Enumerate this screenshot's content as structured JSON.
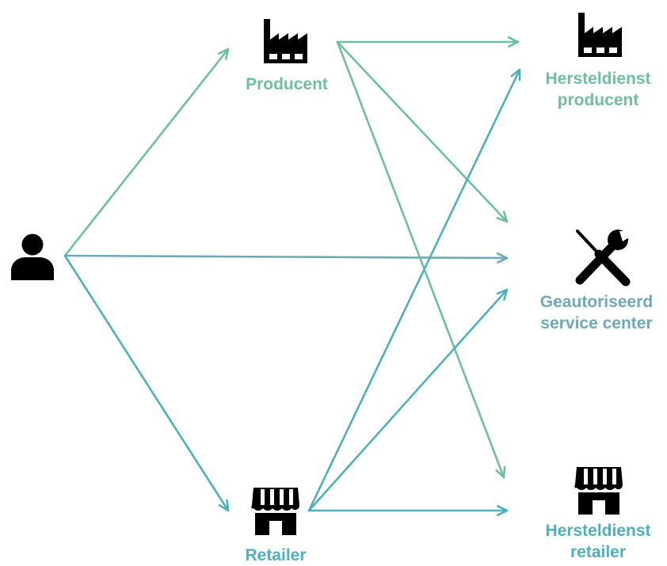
{
  "colors": {
    "producer": "#6fbf9f",
    "service": "#6fa9b7",
    "retailer": "#4fb0bd",
    "icon": "#000000"
  },
  "nodes": {
    "consumer": {
      "icon": "person-icon"
    },
    "producent": {
      "icon": "factory-icon",
      "label": "Producent"
    },
    "retailer": {
      "icon": "storefront-icon",
      "label": "Retailer"
    },
    "hersteldienst_producent": {
      "icon": "factory-icon",
      "label_line1": "Hersteldienst",
      "label_line2": "producent"
    },
    "service_center": {
      "icon": "wrench-screwdriver-icon",
      "label_line1": "Geautoriseerd",
      "label_line2": "service center"
    },
    "hersteldienst_retailer": {
      "icon": "storefront-icon",
      "label_line1": "Hersteldienst",
      "label_line2": "retailer"
    }
  },
  "edges": [
    {
      "from": "consumer",
      "to": "producent",
      "color": "producer"
    },
    {
      "from": "consumer",
      "to": "service_center",
      "color": "service"
    },
    {
      "from": "consumer",
      "to": "retailer",
      "color": "retailer"
    },
    {
      "from": "producent",
      "to": "hersteldienst_producent",
      "color": "producer"
    },
    {
      "from": "producent",
      "to": "service_center",
      "color": "producer"
    },
    {
      "from": "producent",
      "to": "hersteldienst_retailer",
      "color": "producer"
    },
    {
      "from": "retailer",
      "to": "hersteldienst_producent",
      "color": "retailer"
    },
    {
      "from": "retailer",
      "to": "service_center",
      "color": "retailer"
    },
    {
      "from": "retailer",
      "to": "hersteldienst_retailer",
      "color": "retailer"
    }
  ]
}
